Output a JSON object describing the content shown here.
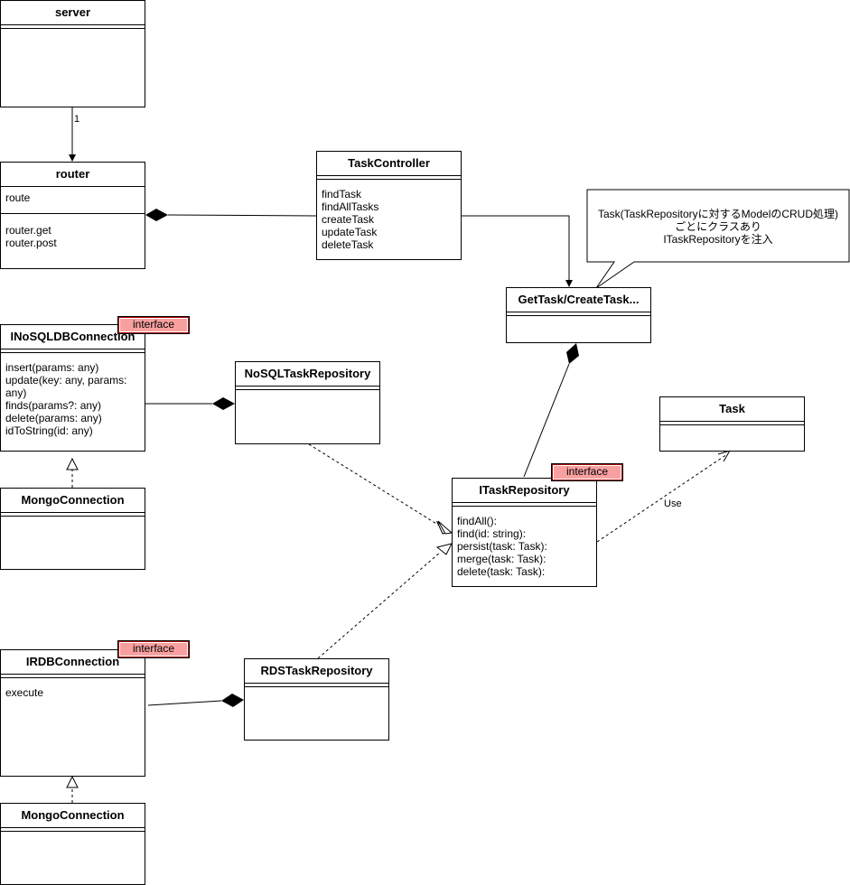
{
  "classes": {
    "server": {
      "name": "server"
    },
    "router": {
      "name": "router",
      "attributes": [
        "route"
      ],
      "methods": [
        "router.get",
        "router.post"
      ]
    },
    "task_controller": {
      "name": "TaskController",
      "methods": [
        "findTask",
        "findAllTasks",
        "createTask",
        "updateTask",
        "deleteTask"
      ]
    },
    "get_task": {
      "name": "GetTask/CreateTask..."
    },
    "inosql": {
      "name": "INoSQLDBConnection",
      "methods": [
        "insert(params: any)",
        "update(key: any, params:",
        "any)",
        "finds(params?: any)",
        "delete(params: any)",
        "idToString(id: any)"
      ]
    },
    "nosql_repo": {
      "name": "NoSQLTaskRepository"
    },
    "mongo1": {
      "name": "MongoConnection"
    },
    "task": {
      "name": "Task"
    },
    "itask_repo": {
      "name": "ITaskRepository",
      "methods": [
        "findAll():",
        "find(id: string):",
        "persist(task: Task):",
        "merge(task: Task):",
        "delete(task: Task):"
      ]
    },
    "irdb": {
      "name": "IRDBConnection",
      "attributes": [
        "execute"
      ]
    },
    "rds_repo": {
      "name": "RDSTaskRepository"
    },
    "mongo2": {
      "name": "MongoConnection"
    }
  },
  "badges": {
    "interface": "interface"
  },
  "labels": {
    "multiplicity": "1",
    "use": "Use"
  },
  "note": {
    "lines": [
      "Task(TaskRepositoryに対するModelのCRUD処理)",
      "ごとにクラスあり",
      "ITaskRepositoryを注入"
    ]
  }
}
